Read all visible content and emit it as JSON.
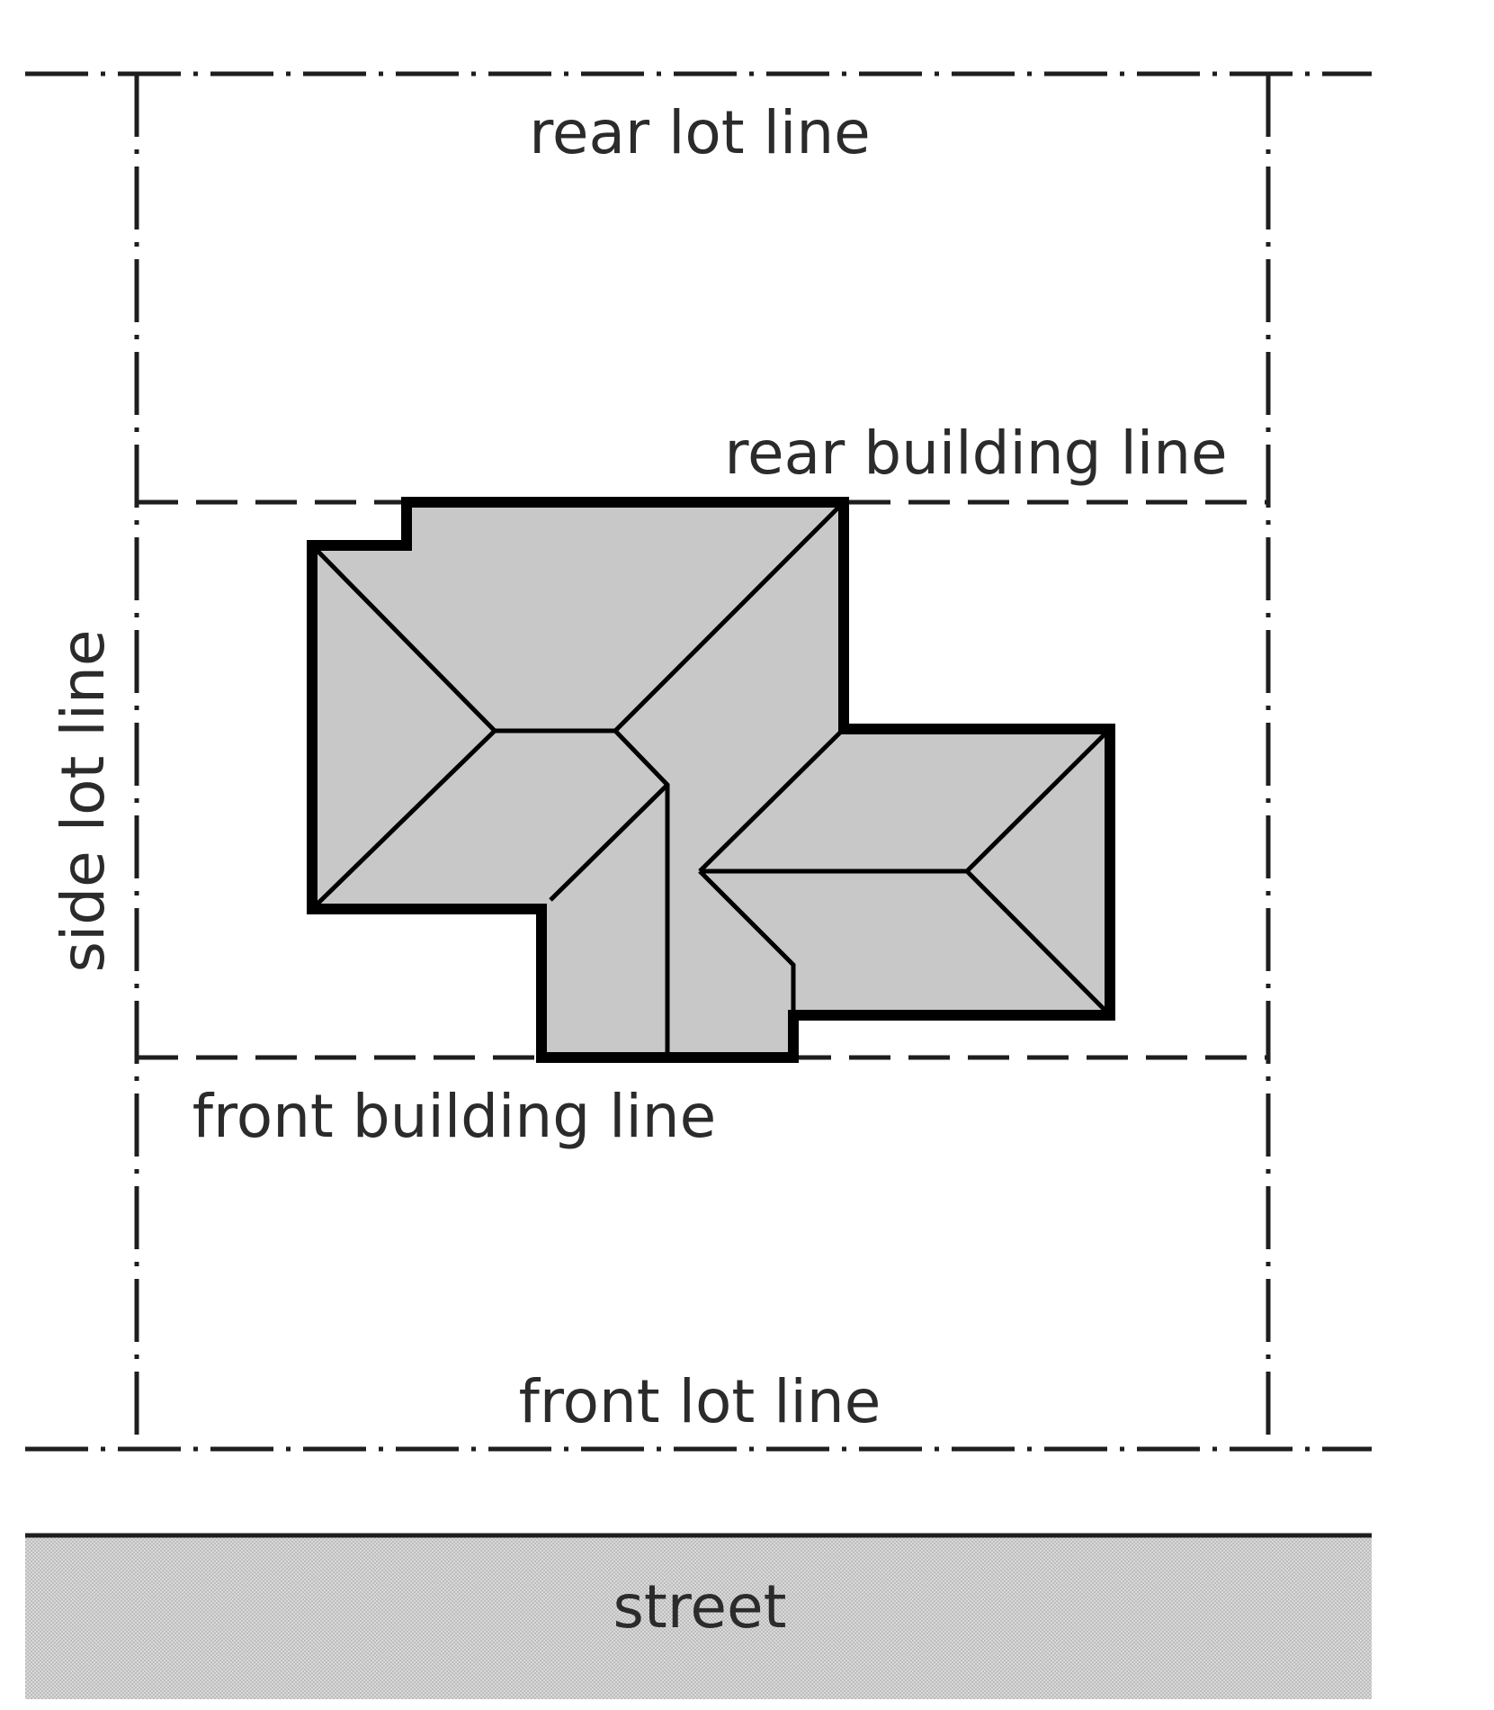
{
  "labels": {
    "rear_lot_line": "rear lot line",
    "rear_building_line": "rear building line",
    "side_lot_line": "side lot line",
    "front_building_line": "front building line",
    "front_lot_line": "front lot line",
    "street": "street"
  },
  "colors": {
    "line": "#1e1e1e",
    "house_fill": "#c8c8c8",
    "street_fill": "#d0d0d0",
    "text": "#2b2b2b"
  }
}
